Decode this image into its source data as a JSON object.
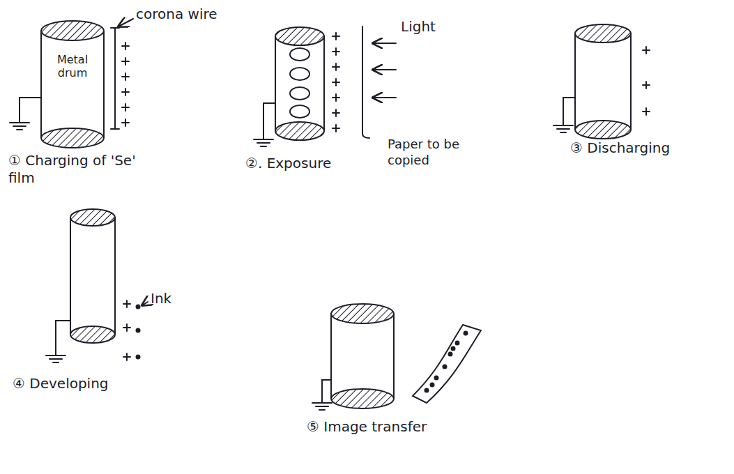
{
  "diagram": {
    "nodes": [
      {
        "text": [
          "Metal drum"
        ]
      }
    ],
    "labels": [
      "corona wire",
      "① Charging of 'Se' film",
      "Light",
      "Paper to be copied",
      "②. Exposure",
      "③ Discharging",
      "Ink",
      "④ Developing",
      "⑤ Image transfer"
    ]
  }
}
